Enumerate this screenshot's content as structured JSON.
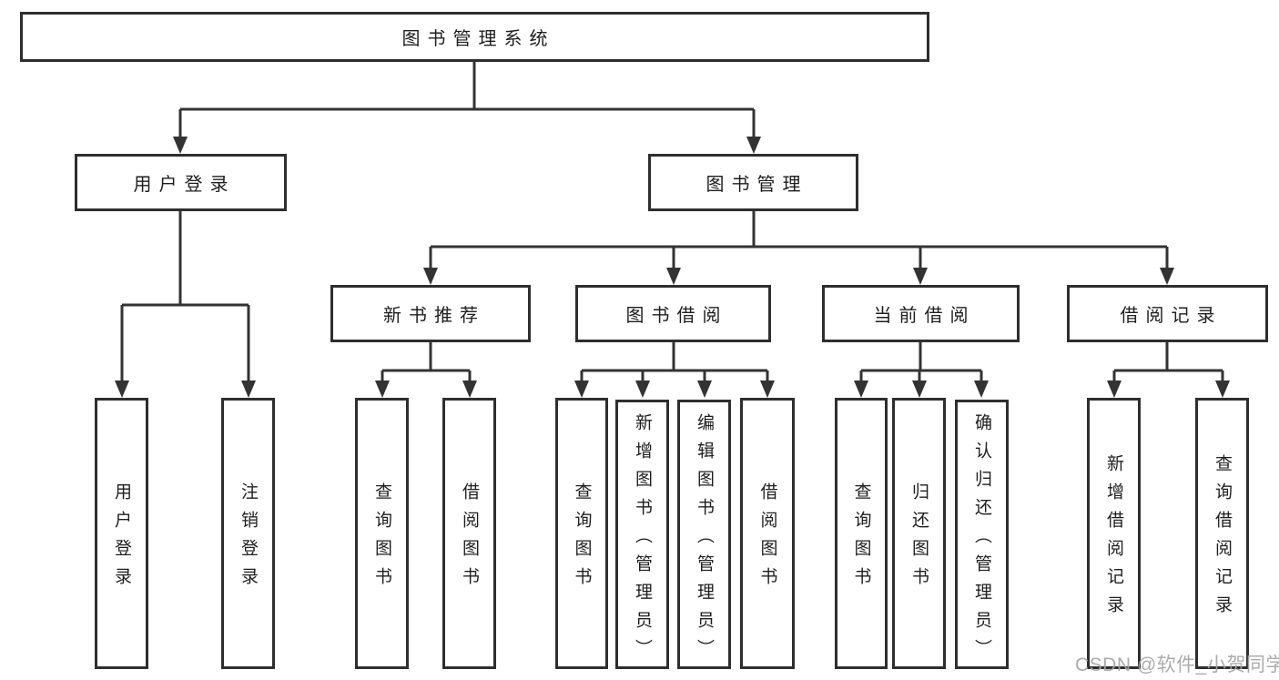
{
  "tree": {
    "label": "图书管理系统",
    "children": [
      {
        "label": "用户登录",
        "children": [
          {
            "label": "用户登录"
          },
          {
            "label": "注销登录"
          }
        ]
      },
      {
        "label": "图书管理",
        "children": [
          {
            "label": "新书推荐",
            "children": [
              {
                "label": "查询图书"
              },
              {
                "label": "借阅图书"
              }
            ]
          },
          {
            "label": "图书借阅",
            "children": [
              {
                "label": "查询图书"
              },
              {
                "label": "新增图书（管理员）"
              },
              {
                "label": "编辑图书（管理员）"
              },
              {
                "label": "借阅图书"
              }
            ]
          },
          {
            "label": "当前借阅",
            "children": [
              {
                "label": "查询图书"
              },
              {
                "label": "归还图书"
              },
              {
                "label": "确认归还（管理员）"
              }
            ]
          },
          {
            "label": "借阅记录",
            "children": [
              {
                "label": "新增借阅记录"
              },
              {
                "label": "查询借阅记录"
              }
            ]
          }
        ]
      }
    ]
  },
  "watermark": {
    "text": "CSDN @软件_小贺同学"
  },
  "colors": {
    "line": "#333333",
    "box_border": "#2e2e2e",
    "text": "#1e1e1e",
    "watermark": "#a5a5a5",
    "background": "#ffffff"
  }
}
